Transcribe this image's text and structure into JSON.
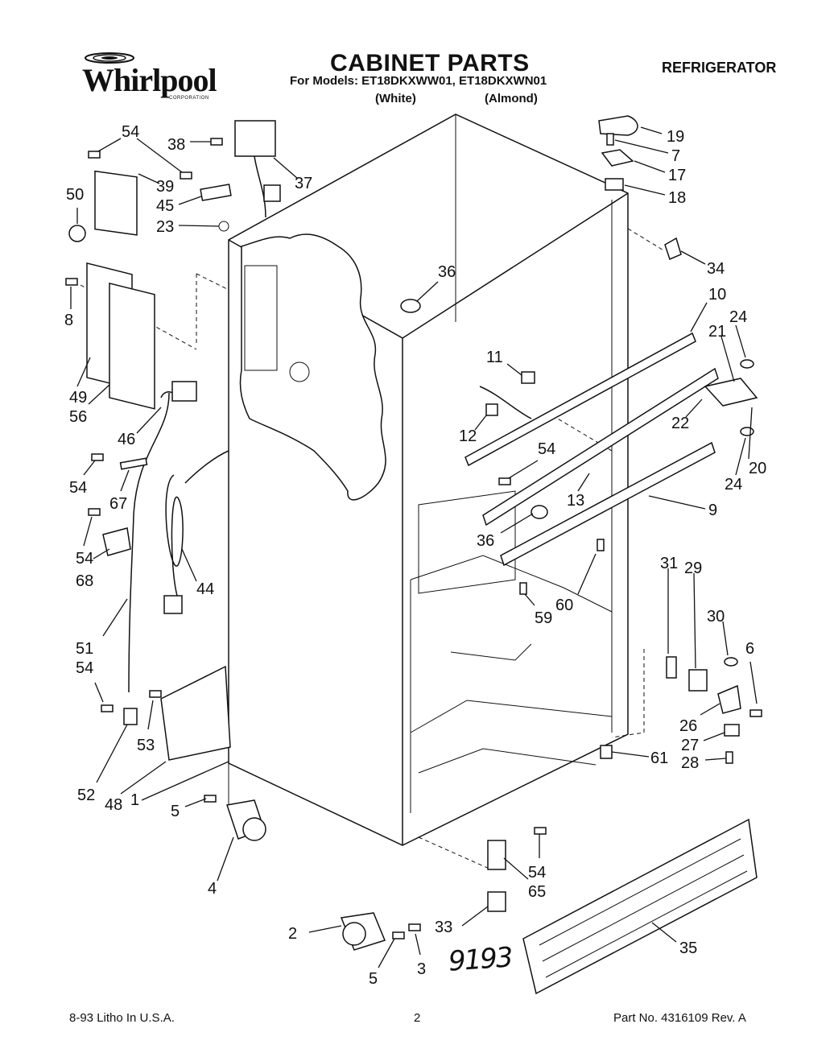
{
  "header": {
    "brand": "Whirlpool",
    "brand_sub": "CORPORATION",
    "title": "CABINET PARTS",
    "models_line": "For Models: ET18DKXWW01, ET18DKXWN01",
    "variant_white": "(White)",
    "variant_almond": "(Almond)",
    "category": "REFRIGERATOR"
  },
  "diagram": {
    "callouts": [
      "54",
      "38",
      "39",
      "37",
      "50",
      "45",
      "23",
      "8",
      "49",
      "56",
      "46",
      "54",
      "67",
      "54",
      "68",
      "44",
      "51",
      "54",
      "53",
      "52",
      "48",
      "1",
      "5",
      "4",
      "19",
      "7",
      "17",
      "18",
      "34",
      "36",
      "10",
      "24",
      "11",
      "21",
      "12",
      "22",
      "54",
      "20",
      "24",
      "13",
      "9",
      "36",
      "60",
      "59",
      "31",
      "29",
      "30",
      "6",
      "26",
      "27",
      "28",
      "61",
      "54",
      "65",
      "33",
      "35",
      "2",
      "3",
      "5"
    ],
    "handwritten_note": "9193"
  },
  "footer": {
    "litho": "8-93 Litho In U.S.A.",
    "page": "2",
    "part_no": "Part No. 4316109 Rev. A"
  }
}
